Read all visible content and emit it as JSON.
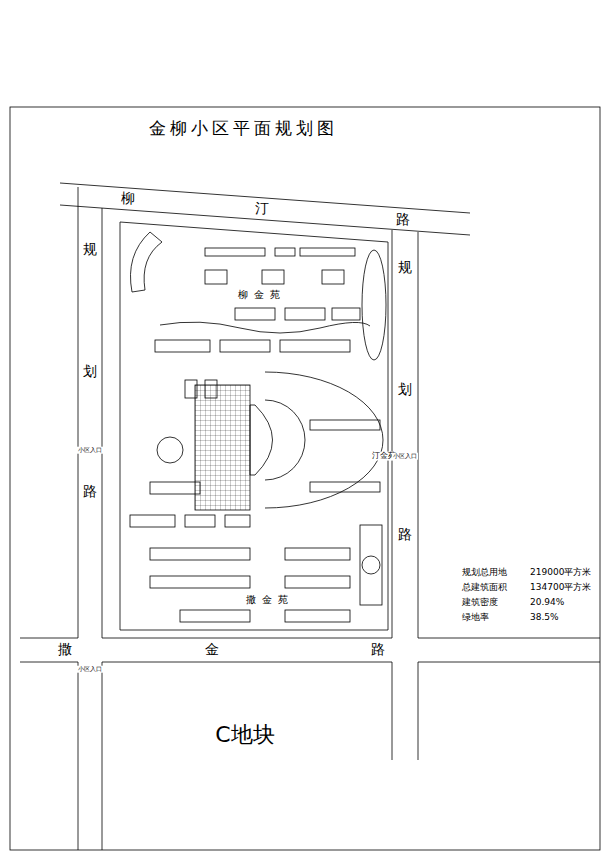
{
  "diagram": {
    "title": "金柳小区平面规划图",
    "labels": [
      "柳",
      "汀",
      "路",
      "规",
      "划",
      "路",
      "规",
      "划",
      "路",
      "撒",
      "金",
      "路",
      "C地块",
      "柳金苑",
      "汀金苑",
      "撒金苑",
      "规划总用地",
      "219000平方米",
      "总建筑面积",
      "134700平方米",
      "建筑密度",
      "20.94%",
      "绿地率",
      "38.5%",
      "小区入口",
      "小区入口",
      "小区入口"
    ]
  }
}
